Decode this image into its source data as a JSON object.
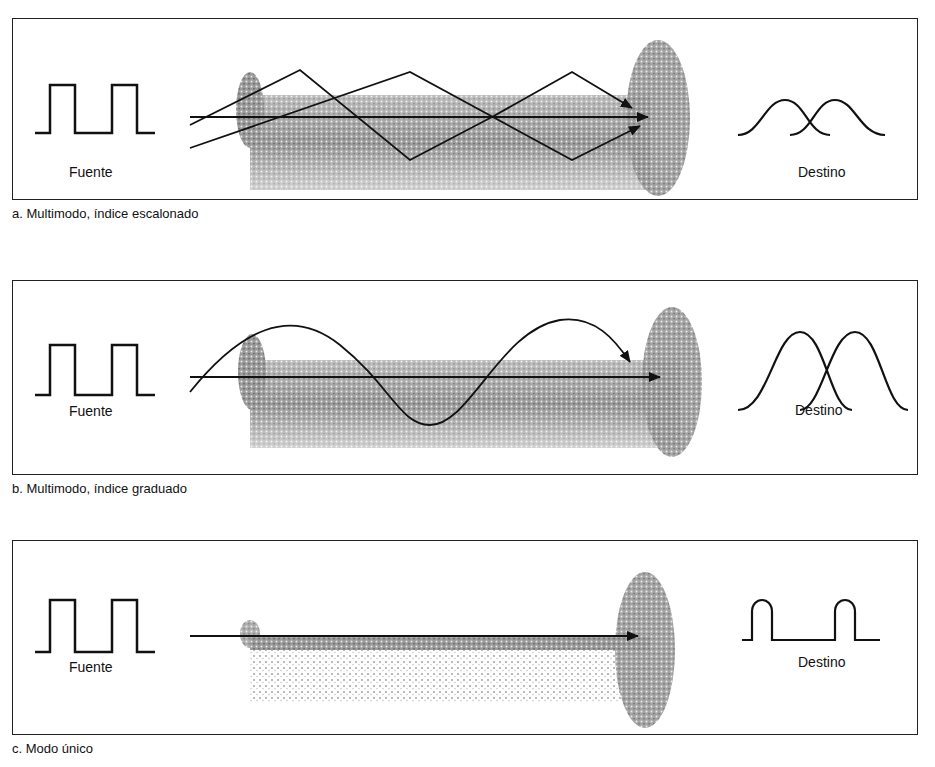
{
  "diagram": {
    "nodes": [
      {
        "text": [
          "Fuente",
          "Destino",
          "a. Multimodo, índice escalonado"
        ]
      },
      {
        "text": [
          "Fuente",
          "Destino",
          "b. Multimodo, índice graduado"
        ]
      },
      {
        "text": [
          "Fuente",
          "Destino",
          "c. Modo único"
        ]
      }
    ]
  }
}
